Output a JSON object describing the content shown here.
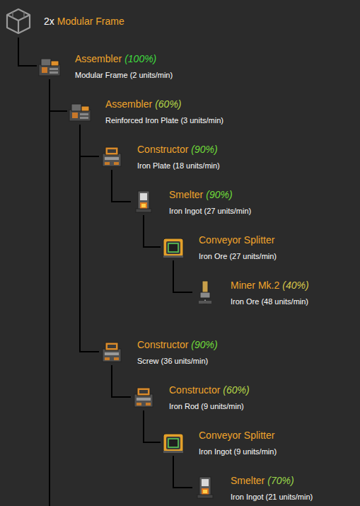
{
  "diagram": {
    "nodes": [
      {
        "text": [
          "2x",
          "Modular Frame"
        ]
      },
      {
        "text": [
          "Assembler",
          "(100%)",
          "Modular Frame (2 units/min)"
        ]
      },
      {
        "text": [
          "Assembler",
          "(60%)",
          "Reinforced Iron Plate (3 units/min)"
        ]
      },
      {
        "text": [
          "Constructor",
          "(90%)",
          "Iron Plate (18 units/min)"
        ]
      },
      {
        "text": [
          "Smelter",
          "(90%)",
          "Iron Ingot (27 units/min)"
        ]
      },
      {
        "text": [
          "Conveyor Splitter",
          "Iron Ore (27 units/min)"
        ]
      },
      {
        "text": [
          "Miner Mk.2",
          "(40%)",
          "Iron Ore (48 units/min)"
        ]
      },
      {
        "text": [
          "Constructor",
          "(90%)",
          "Screw (36 units/min)"
        ]
      },
      {
        "text": [
          "Constructor",
          "(60%)",
          "Iron Rod (9 units/min)"
        ]
      },
      {
        "text": [
          "Conveyor Splitter",
          "Iron Ingot (9 units/min)"
        ]
      },
      {
        "text": [
          "Smelter",
          "(70%)",
          "Iron Ingot (21 units/min)"
        ]
      }
    ],
    "edges": [
      {
        "from": 0,
        "to": 1,
        "arrow": "none"
      },
      {
        "from": 1,
        "to": 2,
        "arrow": "none"
      },
      {
        "from": 2,
        "to": 3,
        "arrow": "none"
      },
      {
        "from": 3,
        "to": 4,
        "arrow": "none"
      },
      {
        "from": 4,
        "to": 5,
        "arrow": "none"
      },
      {
        "from": 5,
        "to": 6,
        "arrow": "none"
      },
      {
        "from": 2,
        "to": 7,
        "arrow": "none"
      },
      {
        "from": 7,
        "to": 8,
        "arrow": "none"
      },
      {
        "from": 8,
        "to": 9,
        "arrow": "none"
      },
      {
        "from": 9,
        "to": 10,
        "arrow": "none"
      }
    ]
  }
}
